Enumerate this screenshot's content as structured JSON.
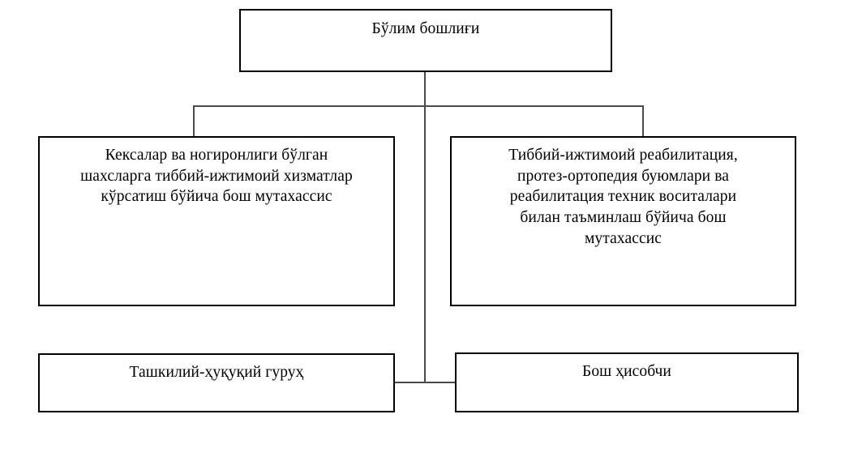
{
  "chart": {
    "type": "org-chart",
    "title": "",
    "language": "uz-Cyrl",
    "background_color": "#ffffff",
    "border_color": "#000000",
    "connector_color": "#4a4a4a",
    "text_color": "#000000"
  },
  "nodes": {
    "root": {
      "label": "Бўлим бошлиғи",
      "level": 0
    },
    "left": {
      "label": "Кексалар ва ногиронлиги бўлган\nшахсларга тиббий-ижтимоий хизматлар\nкўрсатиш бўйича бош мутахассис",
      "level": 1
    },
    "right": {
      "label": "Тиббий-ижтимоий реабилитация,\nпротез-ортопедия буюмлари ва\nреабилитация техник воситалари\nбилан таъминлаш бўйича бош\nмутахассис",
      "level": 1
    },
    "bottom_left": {
      "label": "Ташкилий-ҳуқуқий гуруҳ",
      "level": 2
    },
    "bottom_right": {
      "label": "Бош ҳисобчи",
      "level": 2
    }
  }
}
